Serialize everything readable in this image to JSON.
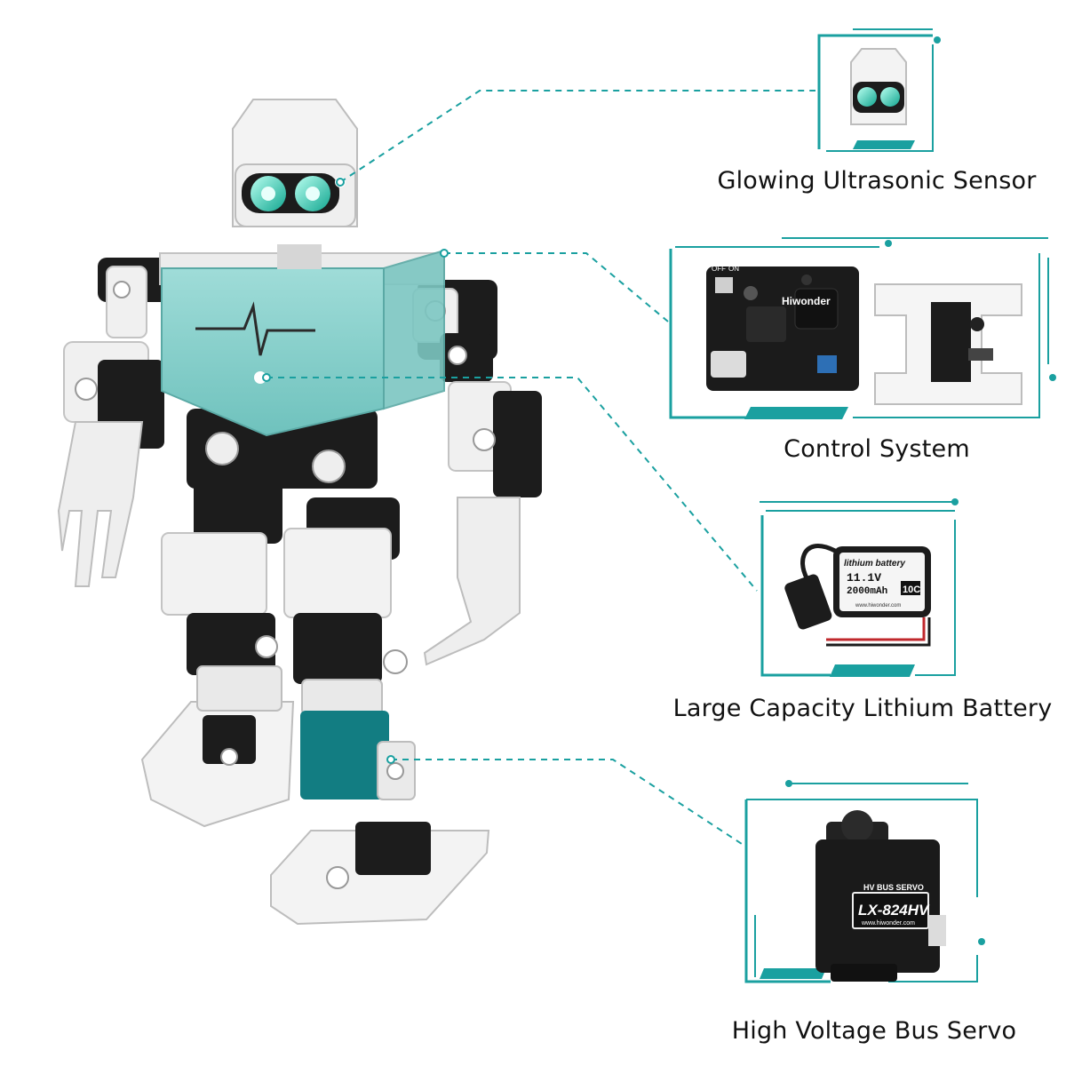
{
  "features": [
    {
      "id": "sensor",
      "caption": "Glowing Ultrasonic Sensor"
    },
    {
      "id": "control",
      "caption": "Control System"
    },
    {
      "id": "battery",
      "caption": "Large Capacity Lithium Battery"
    },
    {
      "id": "servo",
      "caption": "High Voltage Bus Servo"
    }
  ],
  "labels": {
    "board_brand": "Hiwonder",
    "board_off": "OFF",
    "board_on": "ON",
    "battery_title": "lithium battery",
    "battery_voltage": "11.1V",
    "battery_capacity": "2000mAh",
    "battery_rate": "10C",
    "battery_site": "www.hiwonder.com",
    "servo_header": "HV BUS SERVO",
    "servo_model": "LX-824HV",
    "servo_site": "www.hiwonder.com"
  },
  "colors": {
    "accent": "#1aa0a0",
    "accent_dark": "#127d82",
    "chest": "#8fd3cf",
    "metal_white": "#eeeeee",
    "servo_black": "#1a1a1a"
  }
}
